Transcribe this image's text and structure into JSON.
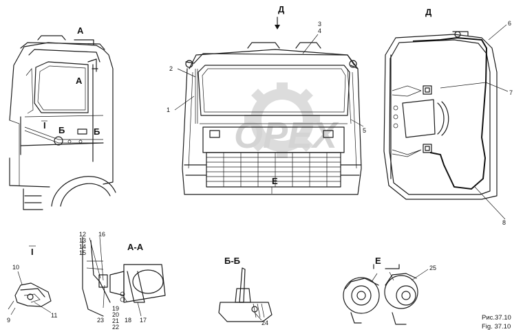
{
  "views": {
    "cab_side": {
      "section_mark": "А",
      "window_mark": "А",
      "detail_mark": "I",
      "mark_b1": "Б",
      "mark_b2": "Б"
    },
    "cab_front": {
      "view_mark": "Д",
      "mark_e": "Е"
    },
    "cab_rear": {
      "view_mark": "Д"
    },
    "detail_I": {
      "title": "I"
    },
    "section_AA": {
      "title": "А-А"
    },
    "section_BB": {
      "title": "Б-Б"
    },
    "view_E": {
      "title": "Е"
    }
  },
  "callouts": {
    "n1": "1",
    "n2": "2",
    "n3": "3",
    "n4": "4",
    "n5": "5",
    "n6": "6",
    "n7": "7",
    "n8": "8",
    "n9": "9",
    "n10": "10",
    "n11": "11",
    "n12": "12",
    "n13": "13",
    "n14": "14",
    "n15": "15",
    "n16": "16",
    "n17": "17",
    "n18": "18",
    "n19": "19",
    "n20": "20",
    "n21": "21",
    "n22": "22",
    "n23": "23",
    "n24": "24",
    "n25": "25"
  },
  "caption": {
    "ru": "Рис.37.10",
    "en": "Fig. 37.10"
  },
  "watermark": {
    "text": "OPEX"
  }
}
